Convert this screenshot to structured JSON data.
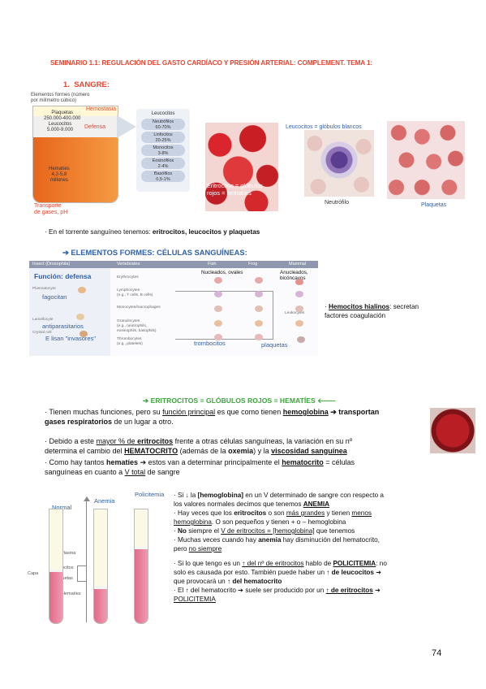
{
  "header": {
    "title": "SEMINARIO 1.1: REGULACIÓN DEL GASTO CARDÍACO Y PRESIÓN ARTERIAL: COMPLEMENT. TEMA 1:"
  },
  "section1": {
    "number": "1.",
    "heading": "SANGRE:"
  },
  "blood_fig": {
    "caption1": "Elementos formes (número",
    "caption2": "por milímetro cúbico)",
    "hemostasia": "Hemostasia",
    "plaquetas": "Plaquetas",
    "plaquetas_n": "250.000-400.000",
    "leucocitos": "Leucocitos",
    "leucocitos_n": "5.000-9.000",
    "defensa": "Defensa",
    "hematies": "Hematíes",
    "hematies_n": "4,2-5,8",
    "millones": "millones",
    "transporte1": "Transporte",
    "transporte2": "de gases, pH",
    "leuco_title": "Leucocitos",
    "pills": [
      {
        "name": "Neutrófilos",
        "pct": "60-70%"
      },
      {
        "name": "Linfocitos",
        "pct": "20-25%"
      },
      {
        "name": "Monocitos",
        "pct": "3-8%"
      },
      {
        "name": "Eosinófilos",
        "pct": "2-4%"
      },
      {
        "name": "Basófilos",
        "pct": "0,5-1%"
      }
    ]
  },
  "photos": {
    "eritro_label": "Eritrocitos = glóbulos rojos = hematíes",
    "leuco_label": "Leucocitos = glóbulos blancos",
    "neutrofilo": "Neutrófilo",
    "plaquetas": "Plaquetas"
  },
  "bullet1": {
    "prefix": "· En el torrente sanguíneo tenemos: ",
    "bold": "eritrocitos, leucocitos y plaquetas"
  },
  "section2": {
    "arrow": "➔",
    "heading": "ELEMENTOS FORMES: CÉLULAS SANGUÍNEAS:"
  },
  "cells_table": {
    "headers": [
      "Insect (Drosophila)",
      "Vertebrates:",
      "Fish",
      "Frog",
      "Mammal"
    ],
    "funcion": "Función: defensa",
    "nucleados": "Nucleados, ovales",
    "anucleados1": "Anucleados,",
    "anucleados2": "bicóncavos",
    "hemocytes": "Plasmatocyte",
    "fagocitan": "fagocitan",
    "lamellocyte": "Lamellocyte",
    "antiparasitarios": "antiparasitarios",
    "crystal": "Crystal cell",
    "lisan": "E lisan \"invasores\"",
    "rows": [
      "Erythrocytes",
      "Lymphocytes",
      "(e.g., T cells, B cells)",
      "Monocytes/macrophages",
      "Granulocytes",
      "(e.g., neutrophils,",
      "eosinophils, basophils)",
      "Thrombocytes",
      "(e.g., platelets)"
    ],
    "leukocytes": "Leukocytes",
    "trombocitos": "trombocitos",
    "plaquetas": "plaquetas"
  },
  "hemocitos": {
    "bold": "Hemocitos hialinos",
    "rest1": ": secretan",
    "rest2": "factores coagulación"
  },
  "section3": {
    "text": "➔ ERITROCITOS = GLÓBULOS ROJOS = HEMATÍES 🡐"
  },
  "para1": {
    "a": "· Tienen muchas funciones, pero su ",
    "b": "función principal",
    "c": " es que como tienen ",
    "d": "hemoglobina",
    "e": " ➔ transportan",
    "f": "gases respiratorios",
    "g": " de un lugar a otro."
  },
  "para2": {
    "a": "· Debido a este ",
    "b": "mayor % de ",
    "c": "eritrocitos",
    "d": " frente a otras células sanguíneas, la variación en su nº",
    "e": "determina el cambio del ",
    "f": "HEMATOCRITO",
    "g": " (además de la ",
    "h": "oxemia",
    "i": ") y la ",
    "j": "viscosidad sanguínea"
  },
  "para3": {
    "a": "· Como hay tantos ",
    "b": "hematíes",
    "c": " ➔ estos van a determinar principalmente el ",
    "d": "hematocrito",
    "e": " = células",
    "f": "sanguíneas en cuanto a ",
    "g": "V total",
    "h": " de sangre"
  },
  "tubes": {
    "normal": "Normal",
    "anemia": "Anemia",
    "policitemia": "Policitemia",
    "plasma": "Plasma",
    "capa": "Capa",
    "leucocitos_y": "leucocitos",
    "y": "y",
    "plaquetas": "plaquetas",
    "hematies": "Hematíes",
    "levels": {
      "normal": 0.45,
      "anemia": 0.3,
      "policitemia": 0.65
    }
  },
  "list": {
    "l1a": "· Si ",
    "l1b": "↓",
    "l1c": " la ",
    "l1d": "[hemoglobina]",
    "l1e": " en un V determinado de sangre con respecto a",
    "l2a": "los valores normales decimos que tenemos ",
    "l2b": "ANEMIA",
    "l3a": "· Hay veces que los ",
    "l3b": "eritrocitos",
    "l3c": " o son ",
    "l3d": "más grandes",
    "l3e": " y tienen ",
    "l3f": "menos",
    "l4a": "hemoglobina",
    "l4b": ". O son pequeños y tienen + o – hemoglobina",
    "l5a": "· ",
    "l5b": "No",
    "l5c": " siempre el ",
    "l5d": "V de eritrocitos = [hemoglobina]",
    "l5e": " que tenemos",
    "l6a": "· Muchas veces cuando hay ",
    "l6b": "anemia",
    "l6c": " hay disminución del hematocrito,",
    "l7a": "pero ",
    "l7b": "no siempre",
    "l8a": "· Si lo que tengo es un ",
    "l8b": "↑ del nº de eritrocitos",
    "l8c": " hablo de ",
    "l8d": "POLICITEMIA",
    "l8e": ": no",
    "l9a": "solo es causada por esto. También puede haber un ",
    "l9b": "↑",
    "l9c": " de leucocitos",
    "l9d": " ➔",
    "l10a": "que provocará un ",
    "l10b": "↑",
    "l10c": " del hematocrito",
    "l11a": "· El ",
    "l11b": "↑",
    "l11c": " del hematocrito ➔ suele ser producido por un ",
    "l11d": "↑ de eritrocitos",
    "l11e": " ➔",
    "l12a": "POLICITEMIA"
  },
  "page_number": "74",
  "colors": {
    "accent": "#e8432f",
    "blue": "#2f5fa8"
  }
}
